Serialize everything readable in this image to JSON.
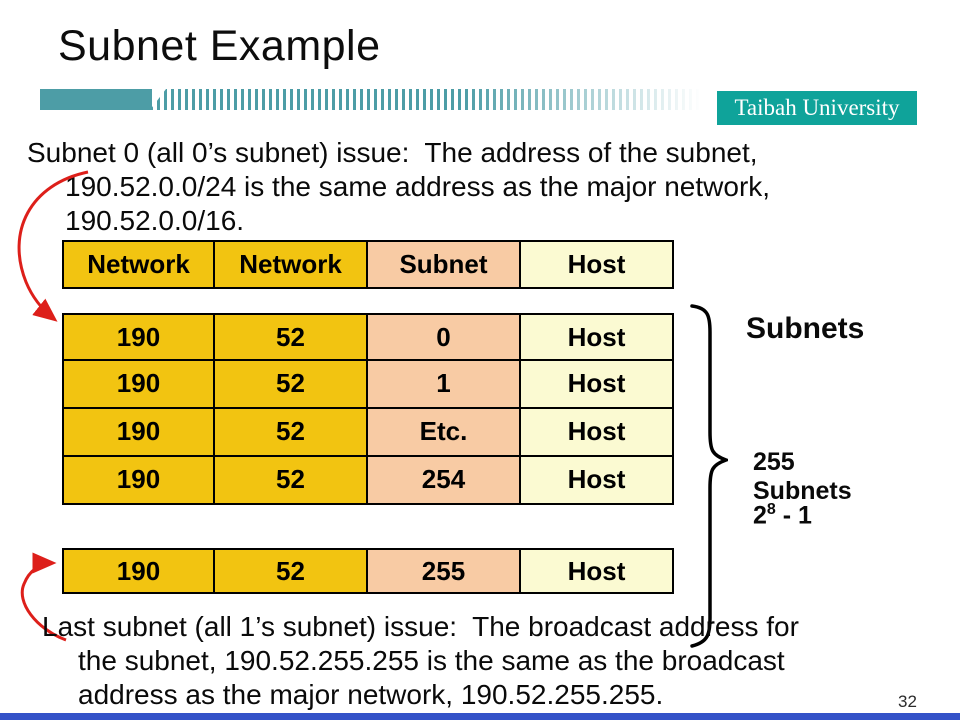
{
  "colors": {
    "teal_banner": "#4D9DA6",
    "teal_box": "#0FA39A",
    "gold": "#F2C411",
    "peach": "#F8CBA4",
    "pale_yellow": "#FBFAD2",
    "red_arrow": "#DD1F1A",
    "blue_bar": "#3452C8",
    "text": "#000000"
  },
  "header": {
    "title": "Subnet Example",
    "university": "Taibah University"
  },
  "intro": {
    "line1": "Subnet 0 (all 0’s subnet) issue:  The address of the subnet,",
    "line2": "190.52.0.0/24 is the same address as the major network,",
    "line3": "190.52.0.0/16."
  },
  "table": {
    "headers": [
      "Network",
      "Network",
      "Subnet",
      "Host"
    ],
    "rows": [
      [
        "190",
        "52",
        "0",
        "Host"
      ],
      [
        "190",
        "52",
        "1",
        "Host"
      ],
      [
        "190",
        "52",
        "Etc.",
        "Host"
      ],
      [
        "190",
        "52",
        "254",
        "Host"
      ]
    ],
    "last_row": [
      "190",
      "52",
      "255",
      "Host"
    ]
  },
  "side": {
    "subnets_label": "Subnets",
    "count_line1": "255",
    "count_line2": "Subnets",
    "formula_base": "2",
    "formula_exponent": "8",
    "formula_tail": " - 1"
  },
  "outro": {
    "line1": "Last subnet (all 1’s subnet) issue:  The broadcast address for",
    "line2": "the subnet, 190.52.255.255 is the same as the broadcast",
    "line3": "address as the major network, 190.52.255.255."
  },
  "footer": {
    "page_number": "32"
  }
}
